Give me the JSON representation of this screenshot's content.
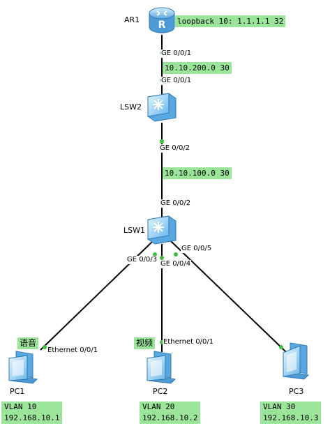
{
  "devices": {
    "ar1": {
      "name": "AR1",
      "note": "loopback 10: 1.1.1.1 32"
    },
    "lsw2": {
      "name": "LSW2"
    },
    "lsw1": {
      "name": "LSW1"
    },
    "pc1": {
      "name": "PC1",
      "tag": "语音",
      "vlan": "VLAN 10",
      "ip": "192.168.10.1"
    },
    "pc2": {
      "name": "PC2",
      "tag": "视频",
      "vlan": "VLAN 20",
      "ip": "192.168.10.2"
    },
    "pc3": {
      "name": "PC3",
      "vlan": "VLAN 30",
      "ip": "192.168.10.3"
    }
  },
  "links": {
    "ar1_lsw2": {
      "a_port": "GE 0/0/1",
      "b_port": "GE 0/0/1",
      "subnet": "10.10.200.0 30"
    },
    "lsw2_lsw1": {
      "a_port": "GE 0/0/2",
      "b_port": "GE 0/0/2",
      "subnet": "10.10.100.0 30"
    },
    "lsw1_pc1": {
      "a_port": "GE 0/0/3",
      "b_port": "Ethernet 0/0/1"
    },
    "lsw1_pc2": {
      "a_port": "GE 0/0/4",
      "b_port": "Ethernet 0/0/1"
    },
    "lsw1_pc3": {
      "a_port": "GE 0/0/5"
    }
  },
  "colors": {
    "label_bg": "#9be59b",
    "link": "#000000",
    "port_dot": "#3cc03c",
    "device": "#6fb8ea"
  }
}
